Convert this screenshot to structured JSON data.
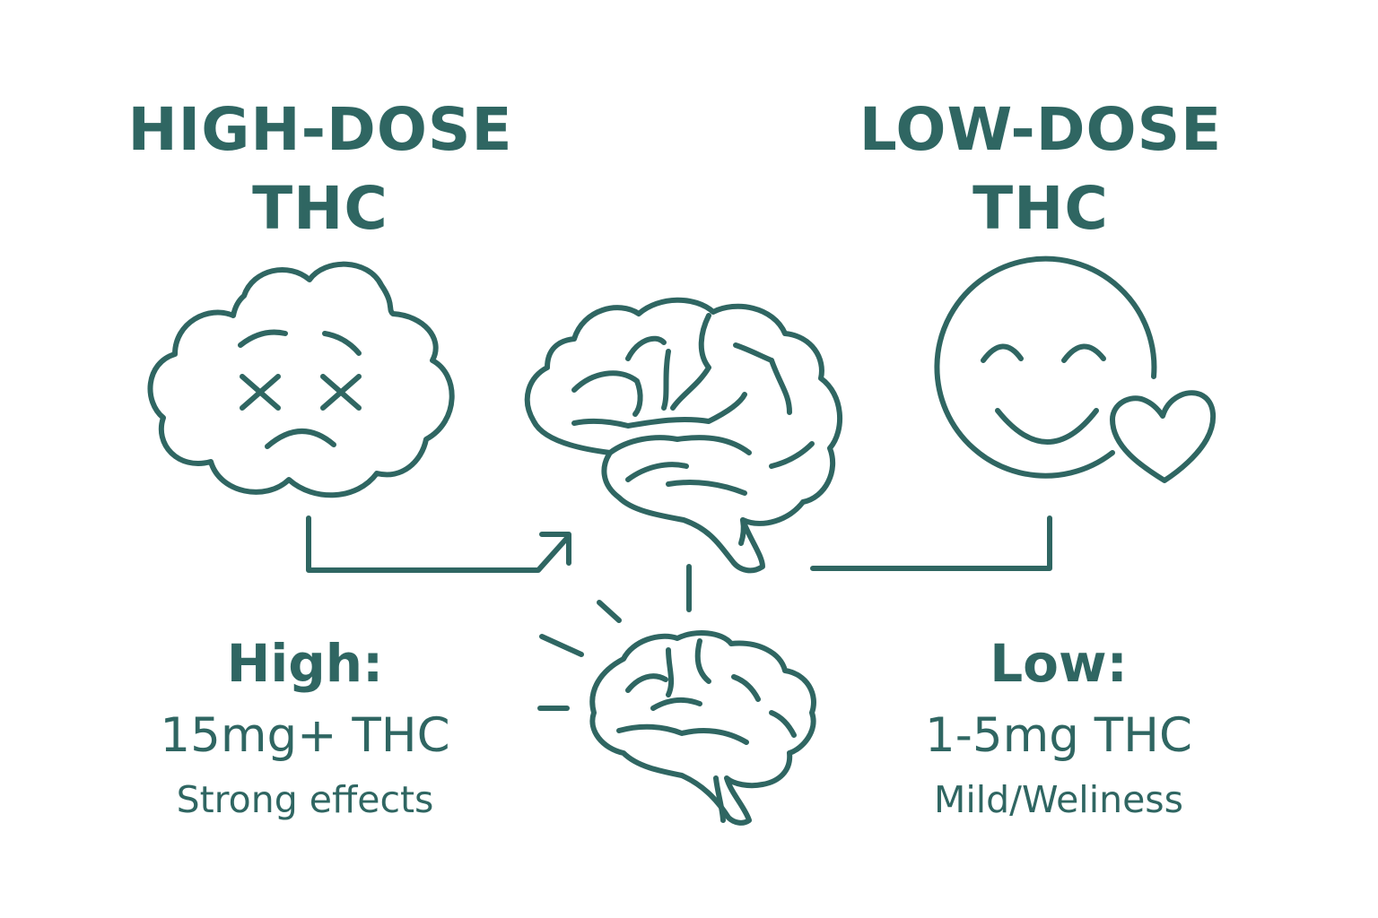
{
  "colors": {
    "primary": "#2f6662",
    "background": "#ffffff"
  },
  "high_dose": {
    "heading_line1": "HIGH-DOSE",
    "heading_line2": "THC",
    "icon": "dizzy-cloud-icon",
    "title": "High:",
    "dose": "15mg+ THC",
    "description": "Strong effects"
  },
  "low_dose": {
    "heading_line1": "LOW-DOSE",
    "heading_line2": "THC",
    "icon": "smiley-heart-icon",
    "title": "Low:",
    "dose": "1-5mg THC",
    "description": "Mild/Weliness"
  },
  "center": {
    "icon_top": "brain-icon",
    "icon_bottom": "small-brain-icon"
  }
}
